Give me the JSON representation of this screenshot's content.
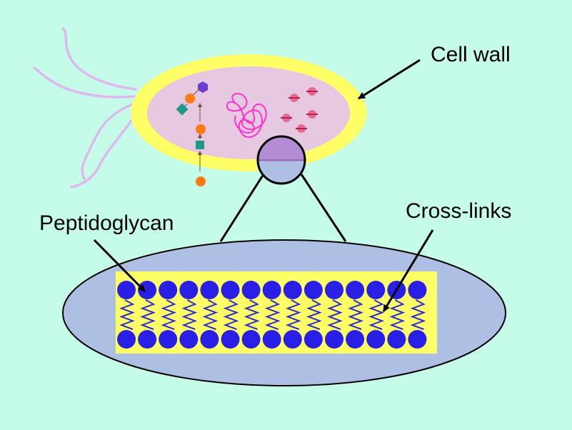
{
  "labels": {
    "cell_wall": "Cell wall",
    "peptidoglycan": "Peptidoglycan",
    "cross_links": "Cross-links"
  },
  "colors": {
    "background": "#c5fbe9",
    "cell_wall": "#ffff66",
    "cytoplasm": "#e6c8e0",
    "flagella": "#e0b8f0",
    "dna": "#ff33cc",
    "ribosome": "#e86a8a",
    "sugar_orange": "#ff7a10",
    "sugar_teal": "#1f9a88",
    "sugar_purple": "#6a3fd1",
    "zoom_fill": "#aebfe4",
    "layer_yellow": "#ffff66",
    "bead_blue": "#2a1fe6",
    "link_blue": "#2f2ad8"
  }
}
